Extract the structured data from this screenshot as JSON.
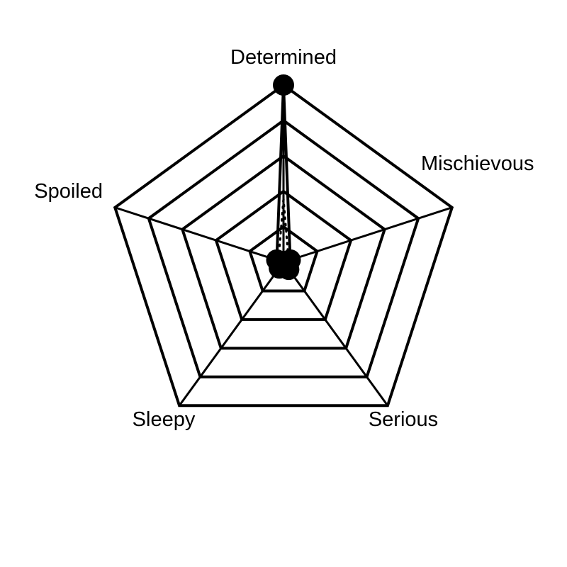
{
  "chart_data": {
    "type": "radar",
    "title": "",
    "axes": [
      "Determined",
      "Mischievous",
      "Serious",
      "Sleepy",
      "Spoiled"
    ],
    "range": [
      0,
      5
    ],
    "grid_levels": [
      1,
      2,
      3,
      4,
      5
    ],
    "series": [
      {
        "values": [
          5,
          0.2,
          0.25,
          0.2,
          0.2
        ]
      },
      {
        "values": [
          1.8,
          0.15,
          0.15,
          0.15,
          0.15
        ]
      }
    ],
    "colors": {
      "line": "#000000",
      "background": "#ffffff"
    }
  }
}
